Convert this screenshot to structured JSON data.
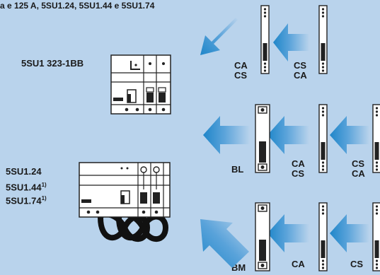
{
  "title": "a e 125 A, 5SU1.24, 5SU1.44 e 5SU1.74",
  "devices": [
    {
      "label": "5SU1 323-1BB"
    },
    {
      "labels": [
        "5SU1.24",
        "5SU1.44",
        "5SU1.74"
      ],
      "footnote_mark": "1)"
    }
  ],
  "rows": [
    {
      "modules": [
        {
          "code_1": "CA",
          "code_2": "CS"
        },
        {
          "code_1": "CS",
          "code_2": "CA"
        }
      ]
    },
    {
      "modules": [
        {
          "code_1": "BL"
        },
        {
          "code_1": "CA",
          "code_2": "CS"
        },
        {
          "code_1": "CS",
          "code_2": "CA"
        }
      ]
    },
    {
      "modules": [
        {
          "code_1": "BM"
        },
        {
          "code_1": "CA"
        },
        {
          "code_1": "CS"
        }
      ]
    }
  ],
  "colors": {
    "background": "#b9d3ec",
    "arrow": "#1f86c9",
    "module": "#ffffff",
    "outline": "#222222"
  }
}
